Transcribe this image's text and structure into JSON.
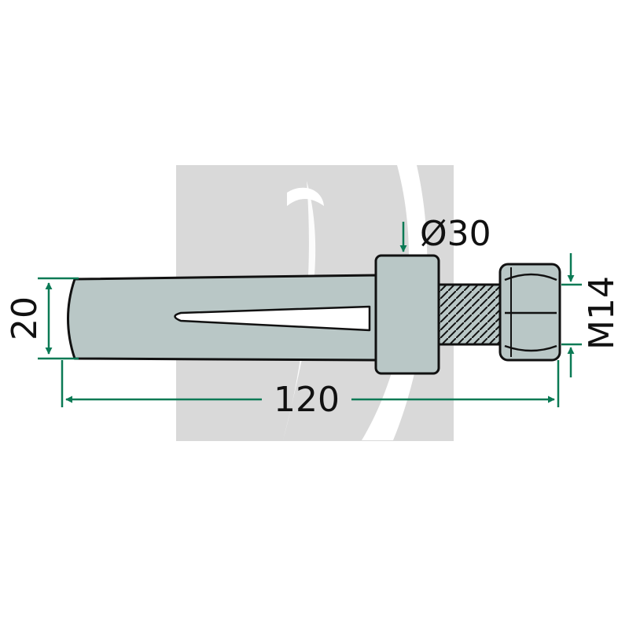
{
  "dimensions": {
    "length_label": "120",
    "diameter_label": "20",
    "collar_label": "Ø30",
    "thread_label": "M14"
  },
  "colors": {
    "part_fill": "#b9c7c6",
    "part_shadow": "#9fb0af",
    "outline": "#111111",
    "dimension_lines": "#0b7a55",
    "watermark": "#d9d9d9"
  },
  "icons": {
    "watermark": "logo-watermark",
    "part": "shear-bolt-with-nut"
  }
}
